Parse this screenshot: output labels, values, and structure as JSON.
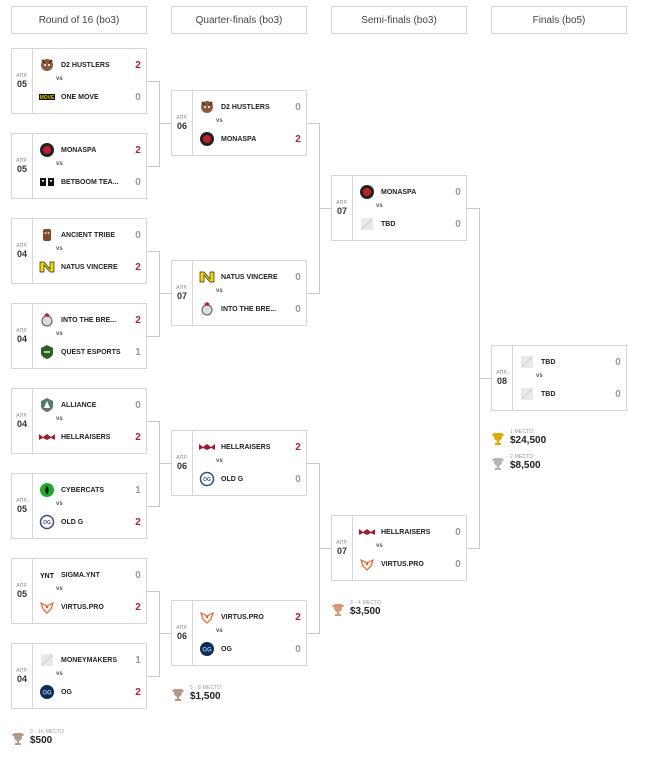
{
  "headers": [
    "Round of 16 (bo3)",
    "Quarter-finals (bo3)",
    "Semi-finals (bo3)",
    "Finals (bo5)"
  ],
  "month": "АПР.",
  "vs": "vs",
  "matches": [
    {
      "day": "05",
      "t1": "D2 HUSTLERS",
      "s1": "2",
      "t2": "ONE MOVE",
      "s2": "0",
      "win": 1
    },
    {
      "day": "05",
      "t1": "MONASPA",
      "s1": "2",
      "t2": "BETBOOM TEA...",
      "s2": "0",
      "win": 1
    },
    {
      "day": "04",
      "t1": "ANCIENT TRIBE",
      "s1": "0",
      "t2": "NATUS VINCERE",
      "s2": "2",
      "win": 2
    },
    {
      "day": "04",
      "t1": "INTO THE BRE...",
      "s1": "2",
      "t2": "QUEST ESPORTS",
      "s2": "1",
      "win": 1
    },
    {
      "day": "04",
      "t1": "ALLIANCE",
      "s1": "0",
      "t2": "HELLRAISERS",
      "s2": "2",
      "win": 2
    },
    {
      "day": "05",
      "t1": "CYBERCATS",
      "s1": "1",
      "t2": "OLD G",
      "s2": "2",
      "win": 2
    },
    {
      "day": "05",
      "t1": "SIGMA.YNT",
      "s1": "0",
      "t2": "VIRTUS.PRO",
      "s2": "2",
      "win": 2
    },
    {
      "day": "04",
      "t1": "MONEYMAKERS",
      "s1": "1",
      "t2": "OG",
      "s2": "2",
      "win": 2
    },
    {
      "day": "06",
      "t1": "D2 HUSTLERS",
      "s1": "0",
      "t2": "MONASPA",
      "s2": "2",
      "win": 2
    },
    {
      "day": "07",
      "t1": "NATUS VINCERE",
      "s1": "0",
      "t2": "INTO THE BRE...",
      "s2": "0",
      "win": 0
    },
    {
      "day": "06",
      "t1": "HELLRAISERS",
      "s1": "2",
      "t2": "OLD G",
      "s2": "0",
      "win": 1
    },
    {
      "day": "06",
      "t1": "VIRTUS.PRO",
      "s1": "2",
      "t2": "OG",
      "s2": "0",
      "win": 1
    },
    {
      "day": "07",
      "t1": "MONASPA",
      "s1": "0",
      "t2": "TBD",
      "s2": "0",
      "win": 0
    },
    {
      "day": "07",
      "t1": "HELLRAISERS",
      "s1": "0",
      "t2": "VIRTUS.PRO",
      "s2": "0",
      "win": 0
    },
    {
      "day": "08",
      "t1": "TBD",
      "s1": "0",
      "t2": "TBD",
      "s2": "0",
      "win": 0
    }
  ],
  "prizes": [
    {
      "label": "9 - 16 МЕСТО",
      "amount": "$500"
    },
    {
      "label": "5 - 8 МЕСТО",
      "amount": "$1,500"
    },
    {
      "label": "3 - 4 МЕСТО",
      "amount": "$3,500"
    },
    {
      "label": "1 МЕСТО",
      "amount": "$24,500"
    },
    {
      "label": "2 МЕСТО",
      "amount": "$8,500"
    }
  ],
  "colors": {
    "win": "#a3232c",
    "gold": "#e0a800",
    "silver": "#b5b5b5",
    "bronze": "#d9977a",
    "muted": "#999999"
  }
}
